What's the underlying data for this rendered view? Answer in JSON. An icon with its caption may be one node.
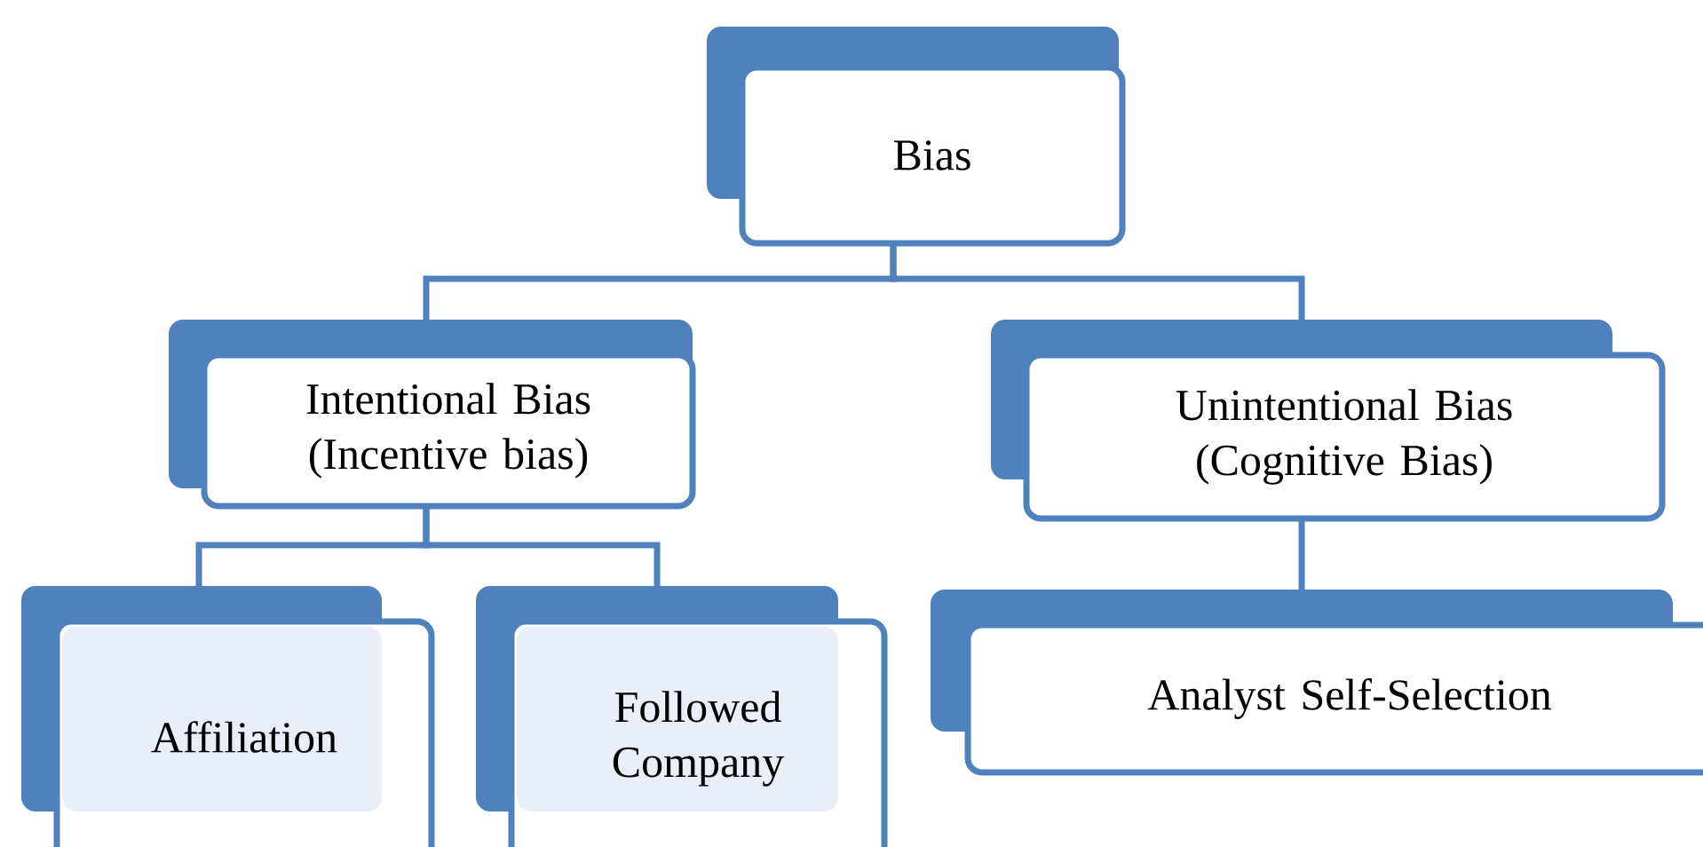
{
  "diagram": {
    "nodes": [
      {
        "text": [
          "Bias"
        ]
      },
      {
        "text": [
          "Intentional Bias (Incentive bias)"
        ]
      },
      {
        "text": [
          "Unintentional Bias (Cognitive Bias)"
        ]
      },
      {
        "text": [
          "Affiliation"
        ]
      },
      {
        "text": [
          "Followed Company"
        ]
      },
      {
        "text": [
          "Analyst Self-Selection"
        ]
      }
    ],
    "edges": [
      {
        "from": 0,
        "to": 1,
        "arrow": "none"
      },
      {
        "from": 0,
        "to": 2,
        "arrow": "none"
      },
      {
        "from": 1,
        "to": 3,
        "arrow": "none"
      },
      {
        "from": 1,
        "to": 4,
        "arrow": "none"
      },
      {
        "from": 2,
        "to": 5,
        "arrow": "none"
      }
    ]
  }
}
